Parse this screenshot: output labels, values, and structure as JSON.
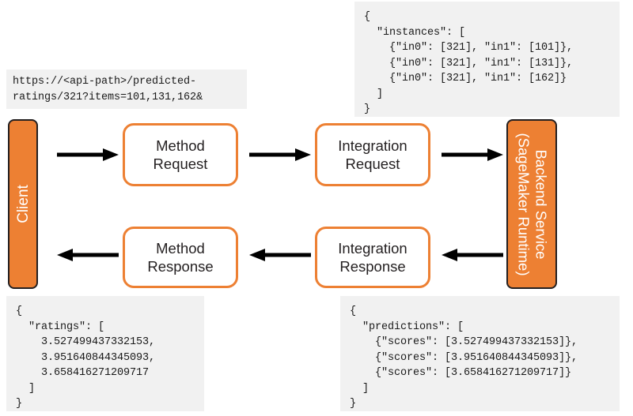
{
  "diagram": {
    "title": "API Gateway request/response flow to SageMaker Runtime",
    "accent_color": "#ed8033",
    "outline_color": "#231f20",
    "panel_background": "#f1f1f1"
  },
  "client": {
    "label": "Client"
  },
  "backend": {
    "label": "Backend Service\n(SageMaker Runtime)"
  },
  "nodes": {
    "method_request": "Method\nRequest",
    "integration_request": "Integration\nRequest",
    "method_response": "Method\nResponse",
    "integration_response": "Integration\nResponse"
  },
  "panels": {
    "request_url": "https://<api-path>/predicted-\nratings/321?items=101,131,162&",
    "integration_request_json": "{\n  \"instances\": [\n    {\"in0\": [321], \"in1\": [101]},\n    {\"in0\": [321], \"in1\": [131]},\n    {\"in0\": [321], \"in1\": [162]}\n  ]\n}",
    "method_response_json": "{\n  \"ratings\": [\n    3.527499437332153,\n    3.951640844345093,\n    3.658416271209717\n  ]\n}",
    "integration_response_json": "{\n  \"predictions\": [\n    {\"scores\": [3.527499437332153]},\n    {\"scores\": [3.951640844345093]},\n    {\"scores\": [3.658416271209717]}\n  ]\n}"
  },
  "arrows": [
    {
      "name": "client-to-method-request",
      "direction": "right"
    },
    {
      "name": "method-request-to-integration-request",
      "direction": "right"
    },
    {
      "name": "integration-request-to-backend",
      "direction": "right"
    },
    {
      "name": "backend-to-integration-response",
      "direction": "left"
    },
    {
      "name": "integration-response-to-method-response",
      "direction": "left"
    },
    {
      "name": "method-response-to-client",
      "direction": "left"
    }
  ]
}
